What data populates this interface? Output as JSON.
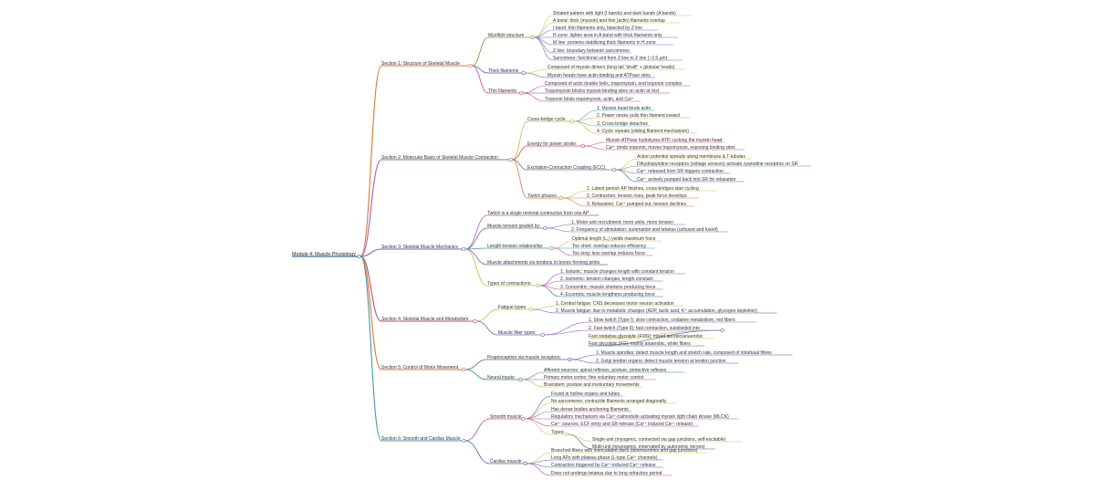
{
  "root": {
    "label": "Module 4: Muscle Physiology"
  },
  "sections": [
    {
      "label": "Section 1: Structure of Skeletal Muscle",
      "color": "#e0772b",
      "children": [
        {
          "label": "Myofibril structure",
          "color": "#7a9a2c",
          "children": [
            {
              "label": "Striated pattern with light (I bands) and dark bands (A bands)",
              "color": "#b2c94a"
            },
            {
              "label": "A band: thick (myosin) and thin (actin) filaments overlap",
              "color": "#b2c94a"
            },
            {
              "label": "I band: thin filaments only, bisected by Z line",
              "color": "#7a6bc4"
            },
            {
              "label": "H zone: lighter area in A band with thick filaments only",
              "color": "#7a6bc4"
            },
            {
              "label": "M line: proteins stabilizing thick filaments in H zone",
              "color": "#7a6bc4"
            },
            {
              "label": "Z line: boundary between sarcomeres",
              "color": "#7a6bc4"
            },
            {
              "label": "Sarcomere: functional unit from Z line to Z line (~2.5 μm)",
              "color": "#7a6bc4"
            }
          ]
        },
        {
          "label": "Thick filaments",
          "color": "#4a5fb0",
          "children": [
            {
              "label": "Composed of myosin dimers (long tail \"shaft\" + globular heads)",
              "color": "#c9c64a"
            },
            {
              "label": "Myosin heads have actin-binding and ATPase sites",
              "color": "#4a5fb0"
            }
          ]
        },
        {
          "label": "Thin filaments",
          "color": "#c94a7a",
          "children": [
            {
              "label": "Composed of actin double helix, tropomyosin, and troponin complex",
              "color": "#c94a7a"
            },
            {
              "label": "Tropomyosin blocks myosin-binding sites on actin at rest",
              "color": "#4a5fb0"
            },
            {
              "label": "Troponin binds tropomyosin, actin, and Ca²⁺",
              "color": "#c94a7a"
            }
          ]
        }
      ]
    },
    {
      "label": "Section 2: Molecular Basis of Skeletal Muscle Contraction",
      "color": "#a85fa6",
      "children": [
        {
          "label": "Cross-bridge cycle:",
          "color": "#c9b43a",
          "children": [
            {
              "label": "1. Myosin head binds actin",
              "color": "#4aa8c9"
            },
            {
              "label": "2. Power stroke pulls thin filament inward",
              "color": "#c9b43a"
            },
            {
              "label": "3. Cross-bridge detaches",
              "color": "#4aa8c9"
            },
            {
              "label": "4. Cycle repeats (sliding filament mechanism)",
              "color": "#c9b43a"
            }
          ]
        },
        {
          "label": "Energy for power stroke:",
          "color": "#d44a4a",
          "children": [
            {
              "label": "Myosin ATPase hydrolyzes ATP, cocking the myosin head",
              "color": "#c94a7a"
            },
            {
              "label": "Ca²⁺ binds troponin, moves tropomyosin, exposing binding sites",
              "color": "#d44a4a"
            }
          ]
        },
        {
          "label": "Excitation-Contraction Coupling (ECC):",
          "color": "#8a5fb0",
          "children": [
            {
              "label": "Action potential spreads along membrane & T-tubules",
              "color": "#c9c64a"
            },
            {
              "label": "Dihydropyridine receptors (voltage sensors) activate ryanodine receptors on SR",
              "color": "#4aa85f"
            },
            {
              "label": "Ca²⁺ released from SR triggers contraction",
              "color": "#8a5fb0"
            },
            {
              "label": "Ca²⁺ actively pumped back into SR for relaxation",
              "color": "#4a5fb0"
            }
          ]
        },
        {
          "label": "Twitch phases:",
          "color": "#e0772b",
          "children": [
            {
              "label": "1. Latent period: AP finishes, cross-bridges start cycling",
              "color": "#c9c64a"
            },
            {
              "label": "2. Contraction: tension rises, peak force develops",
              "color": "#e0772b"
            },
            {
              "label": "3. Relaxation: Ca²⁺ pumped out, tension declines",
              "color": "#e0772b"
            }
          ]
        }
      ]
    },
    {
      "label": "Section 3: Skeletal Muscle Mechanics",
      "color": "#6a6ab0",
      "children": [
        {
          "label": "Twitch is a single minimal contraction from one AP",
          "color": "#a85fa6",
          "children": []
        },
        {
          "label": "Muscle tension graded by:",
          "color": "#6a6ab0",
          "children": [
            {
              "label": "1. Motor unit recruitment: more units, more tension",
              "color": "#6a6ab0"
            },
            {
              "label": "2. Frequency of stimulation: summation and tetanus (unfused and fused)",
              "color": "#6a6ab0"
            }
          ]
        },
        {
          "label": "Length-tension relationship:",
          "color": "#4a8fc9",
          "children": [
            {
              "label": "Optimal length (L₀) yields maximum force",
              "color": "#c9c64a"
            },
            {
              "label": "Too short: overlap reduces efficiency",
              "color": "#4a8fc9"
            },
            {
              "label": "Too long: less overlap reduces force",
              "color": "#c94a7a"
            }
          ]
        },
        {
          "label": "Muscle attachments via tendons to bones forming joints",
          "color": "#6a6ab0",
          "children": []
        },
        {
          "label": "Types of contractions:",
          "color": "#c9b43a",
          "children": [
            {
              "label": "1. Isotonic: muscle changes length with constant tension",
              "color": "#8a5fb0"
            },
            {
              "label": "2. Isometric: tension changes, length constant",
              "color": "#8a5fb0"
            },
            {
              "label": "3. Concentric: muscle shortens producing force",
              "color": "#c94a7a"
            },
            {
              "label": "4. Eccentric: muscle lengthens producing force",
              "color": "#4a5fb0"
            }
          ]
        }
      ]
    },
    {
      "label": "Section 4: Skeletal Muscle and Metabolism",
      "color": "#c94a7a",
      "children": [
        {
          "label": "Fatigue types:",
          "color": "#c9b43a",
          "children": [
            {
              "label": "1. Central fatigue: CNS decreases motor neuron activation",
              "color": "#c9b43a"
            },
            {
              "label": "2. Muscle fatigue: due to metabolic changes (ADP, lactic acid, K⁺ accumulation, glycogen depletion)",
              "color": "#4a5fb0"
            }
          ]
        },
        {
          "label": "Muscle fiber types:",
          "color": "#8a5fb0",
          "children": [
            {
              "label": "1. Slow twitch (Type I): slow contraction, oxidative metabolism, red fibers",
              "color": "#8a5fb0"
            },
            {
              "label": "2. Fast twitch (Type II): fast contraction, subdivided into",
              "color": "#8a5fb0"
            },
            {
              "label": "Fast oxidative glycolytic (FOG): mixed aerobic/anaerobic",
              "color": "#c9c64a"
            },
            {
              "label": "Fast glycolytic (FG): mainly anaerobic, white fibers",
              "color": "#4a5fb0"
            }
          ]
        }
      ]
    },
    {
      "label": "Section 5: Control of Motor Movement",
      "color": "#e0772b",
      "children": [
        {
          "label": "Proprioception via muscle receptors:",
          "color": "#4a5fb0",
          "children": [
            {
              "label": "1. Muscle spindles: detect muscle length and stretch rate, composed of intrafusal fibres",
              "color": "#4a5fb0"
            },
            {
              "label": "2. Golgi tendon organs: detect muscle tension at tendon junction",
              "color": "#4a5fb0"
            }
          ]
        },
        {
          "label": "Neural inputs:",
          "color": "#2e8a5a",
          "children": [
            {
              "label": "Afferent neurons: spinal reflexes, posture, protective reflexes",
              "color": "#2e8a5a"
            },
            {
              "label": "Primary motor cortex: fine voluntary motor control",
              "color": "#8a5fb0"
            },
            {
              "label": "Brainstem: posture and involuntary movements",
              "color": "#c9b43a"
            }
          ]
        }
      ]
    },
    {
      "label": "Section 6: Smooth and Cardiac Muscle",
      "color": "#3a9ab0",
      "children": [
        {
          "label": "Smooth muscle:",
          "color": "#c94a7a",
          "children": [
            {
              "label": "Found in hollow organs and tubes",
              "color": "#4a5fb0"
            },
            {
              "label": "No sarcomeres; contractile filaments arranged diagonally",
              "color": "#c9c64a"
            },
            {
              "label": "Has dense bodies anchoring filaments",
              "color": "#c94a7a"
            },
            {
              "label": "Regulatory mechanism via Ca²⁺-calmodulin activating myosin light chain kinase (MLCK)",
              "color": "#8a5fb0"
            },
            {
              "label": "Ca²⁺ sources: ECF entry and SR-release (Ca²⁺ induced Ca²⁺ release)",
              "color": "#c94a7a"
            },
            {
              "label": "Types:",
              "color": "#c9c64a"
            },
            {
              "label": "Single-unit (myogenic, connected via gap junctions, self-excitable)",
              "color": "#c9c64a"
            },
            {
              "label": "Multi-unit (neurogenic, innervated by autonomic nerves)",
              "color": "#4a5fb0"
            }
          ]
        },
        {
          "label": "Cardiac muscle:",
          "color": "#4a5fb0",
          "children": [
            {
              "label": "Branched fibers with intercalated discs (desmosomes and gap junctions)",
              "color": "#c9c64a"
            },
            {
              "label": "Long APs with plateau phase (L-type Ca²⁺ channels)",
              "color": "#4a5fb0"
            },
            {
              "label": "Contraction triggered by Ca²⁺-induced Ca²⁺ release",
              "color": "#4a5fb0"
            },
            {
              "label": "Does not undergo tetanus due to long refractory period",
              "color": "#c94a7a"
            }
          ]
        }
      ]
    }
  ]
}
